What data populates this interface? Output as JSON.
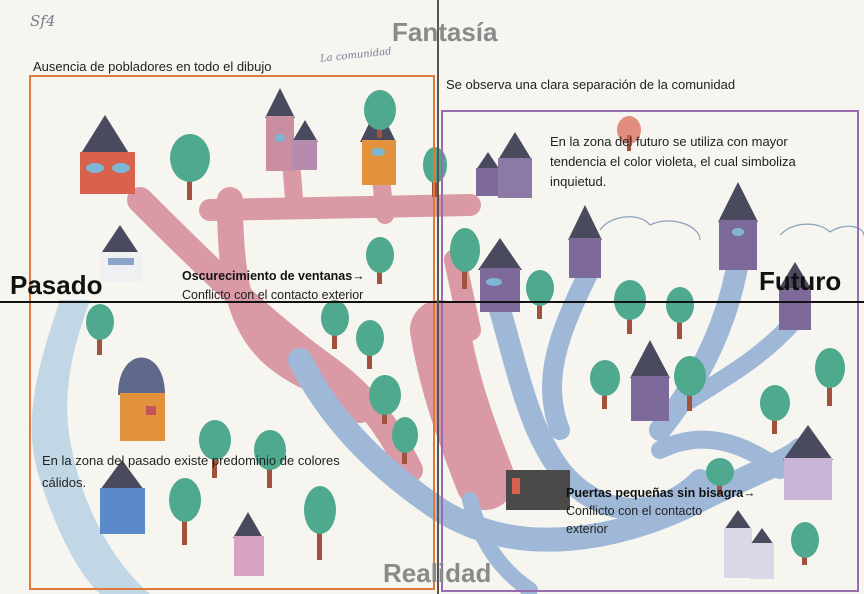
{
  "sheet_code": "Sf4",
  "handwritten_title": "La comunidad",
  "axes": {
    "top": "Fantasía",
    "bottom": "Realidad",
    "left": "Pasado",
    "right": "Futuro"
  },
  "notes": {
    "no_inhabitants": "Ausencia de pobladores en todo el dibujo",
    "separation": "Se observa una clara separación de la comunidad",
    "future_violet": [
      "En la zona del futuro se utiliza con mayor",
      "tendencia el color violeta, el cual simboliza",
      "inquietud."
    ],
    "windows_title": "Oscurecimiento de ventanas",
    "windows_conflict": "Conflicto  con el contacto exterior",
    "past_warm": [
      "En la zona del pasado existe predominio de colores",
      "cálidos."
    ],
    "doors_title": "Puertas pequeñas sin bisagra",
    "doors_conflict": [
      "Conflicto  con el contacto",
      "exterior"
    ]
  },
  "arrow_glyph": "→",
  "colors": {
    "past_frame": "#e07a3a",
    "future_frame": "#9b6bb0",
    "axis_line": "#111111",
    "roof": "#4a4a5e",
    "violet_house": "#7d6a9a",
    "warm_house": "#d9624e",
    "orange_house": "#e2913d",
    "pink_road": "#d99aa6",
    "blue_road": "#9fb8d8",
    "tree": "#4fa98e",
    "trunk": "#a0523d"
  }
}
